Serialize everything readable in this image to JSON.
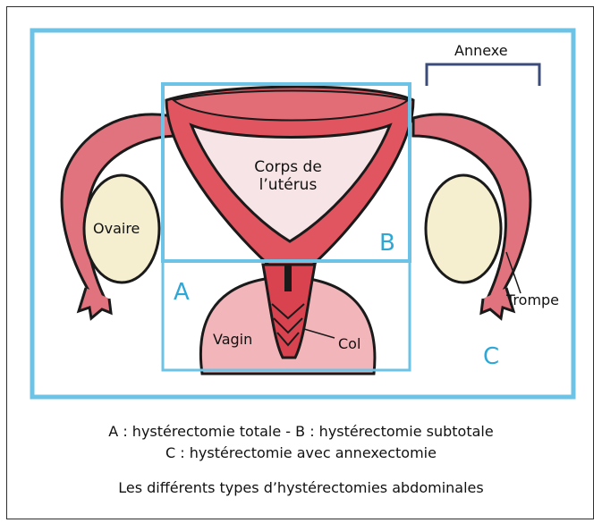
{
  "labels": {
    "annexe": "Annexe",
    "corps_line1": "Corps de",
    "corps_line2": "l’utérus",
    "ovaire": "Ovaire",
    "trompe": "Trompe",
    "vagin": "Vagin",
    "col": "Col",
    "region_a": "A",
    "region_b": "B",
    "region_c": "C"
  },
  "caption": {
    "line1": "A : hystérectomie totale - B : hystérectomie subtotale",
    "line2": "C : hystérectomie avec annexectomie",
    "title": "Les différents types d’hystérectomies abdominales"
  },
  "colors": {
    "frame_blue": "#6cc3e6",
    "label_blue": "#2ea7d6",
    "tissue_red": "#d9424f",
    "tissue_light": "#f2a6ac",
    "ovary_cream": "#f5eecf"
  }
}
